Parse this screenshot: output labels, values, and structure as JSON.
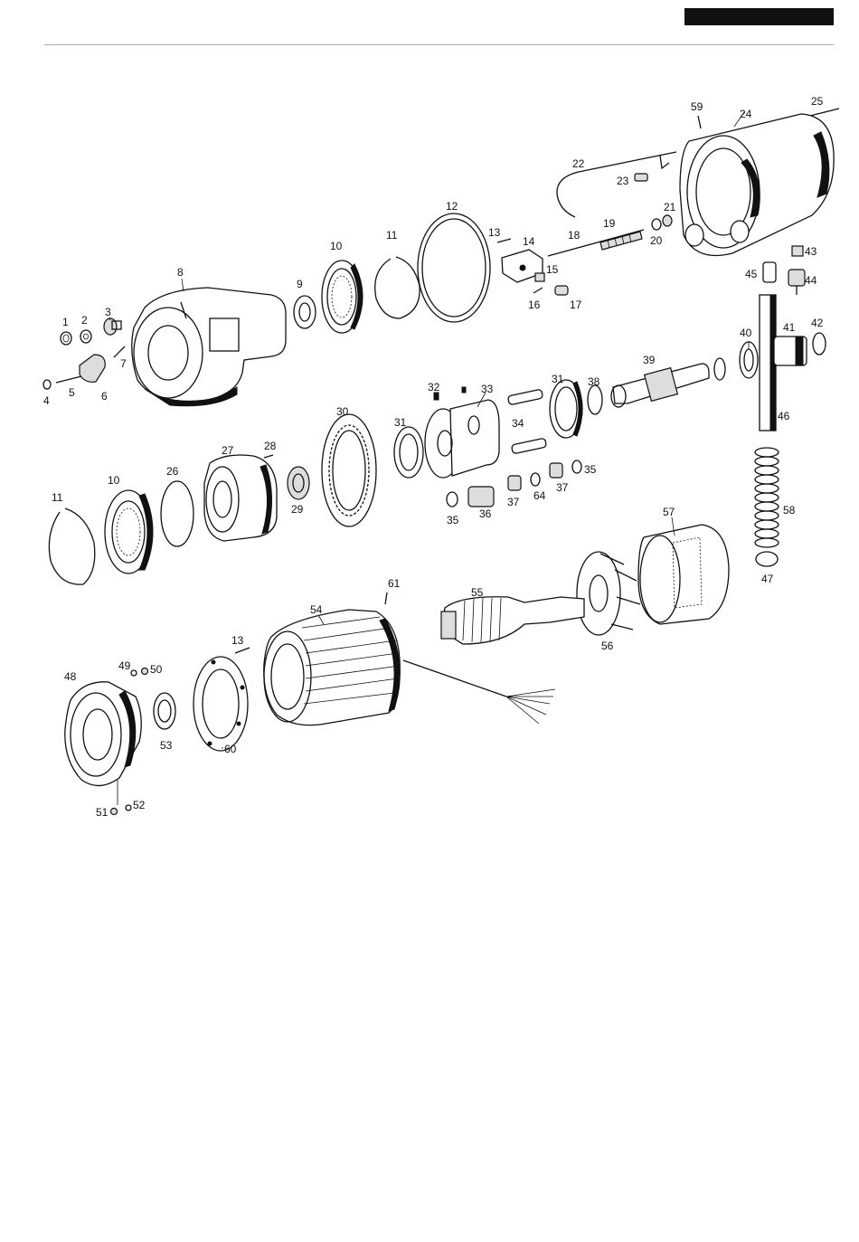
{
  "header": {
    "bar_color": "#111111",
    "rule_color": "#aaaaaa"
  },
  "diagram": {
    "type": "exploded-parts-view",
    "labels": [
      {
        "id": "l1",
        "text": "1"
      },
      {
        "id": "l2",
        "text": "2"
      },
      {
        "id": "l3",
        "text": "3"
      },
      {
        "id": "l4",
        "text": "4"
      },
      {
        "id": "l5",
        "text": "5"
      },
      {
        "id": "l6",
        "text": "6"
      },
      {
        "id": "l7",
        "text": "7"
      },
      {
        "id": "l8",
        "text": "8"
      },
      {
        "id": "l9",
        "text": "9"
      },
      {
        "id": "l10a",
        "text": "10"
      },
      {
        "id": "l11a",
        "text": "11"
      },
      {
        "id": "l12",
        "text": "12"
      },
      {
        "id": "l13a",
        "text": "13"
      },
      {
        "id": "l14",
        "text": "14"
      },
      {
        "id": "l15",
        "text": "15"
      },
      {
        "id": "l16",
        "text": "16"
      },
      {
        "id": "l17",
        "text": "17"
      },
      {
        "id": "l18",
        "text": "18"
      },
      {
        "id": "l19",
        "text": "19"
      },
      {
        "id": "l20",
        "text": "20"
      },
      {
        "id": "l21",
        "text": "21"
      },
      {
        "id": "l22",
        "text": "22"
      },
      {
        "id": "l23",
        "text": "23"
      },
      {
        "id": "l24",
        "text": "24"
      },
      {
        "id": "l25",
        "text": "25"
      },
      {
        "id": "l59",
        "text": "59"
      },
      {
        "id": "l43",
        "text": "43"
      },
      {
        "id": "l44",
        "text": "44"
      },
      {
        "id": "l45",
        "text": "45"
      },
      {
        "id": "l40",
        "text": "40"
      },
      {
        "id": "l41",
        "text": "41"
      },
      {
        "id": "l42",
        "text": "42"
      },
      {
        "id": "l39",
        "text": "39"
      },
      {
        "id": "l38",
        "text": "38"
      },
      {
        "id": "l31a",
        "text": "31"
      },
      {
        "id": "l33",
        "text": "33"
      },
      {
        "id": "l32",
        "text": "32"
      },
      {
        "id": "l34",
        "text": "34"
      },
      {
        "id": "l30",
        "text": "30"
      },
      {
        "id": "l31b",
        "text": "31"
      },
      {
        "id": "l35a",
        "text": "35"
      },
      {
        "id": "l35b",
        "text": "35"
      },
      {
        "id": "l36",
        "text": "36"
      },
      {
        "id": "l37a",
        "text": "37"
      },
      {
        "id": "l64",
        "text": "64"
      },
      {
        "id": "l37b",
        "text": "37"
      },
      {
        "id": "l46",
        "text": "46"
      },
      {
        "id": "l58",
        "text": "58"
      },
      {
        "id": "l47",
        "text": "47"
      },
      {
        "id": "l27",
        "text": "27"
      },
      {
        "id": "l28",
        "text": "28"
      },
      {
        "id": "l26",
        "text": "26"
      },
      {
        "id": "l29",
        "text": "29"
      },
      {
        "id": "l10b",
        "text": "10"
      },
      {
        "id": "l11b",
        "text": "11"
      },
      {
        "id": "l57",
        "text": "57"
      },
      {
        "id": "l56",
        "text": "56"
      },
      {
        "id": "l55",
        "text": "55"
      },
      {
        "id": "l61",
        "text": "61"
      },
      {
        "id": "l54",
        "text": "54"
      },
      {
        "id": "l13b",
        "text": "13"
      },
      {
        "id": "l49",
        "text": "49"
      },
      {
        "id": "l50",
        "text": "50"
      },
      {
        "id": "l48",
        "text": "48"
      },
      {
        "id": "l53",
        "text": "53"
      },
      {
        "id": "l60",
        "text": "60"
      },
      {
        "id": "l51",
        "text": "51"
      },
      {
        "id": "l52",
        "text": "52"
      }
    ]
  }
}
